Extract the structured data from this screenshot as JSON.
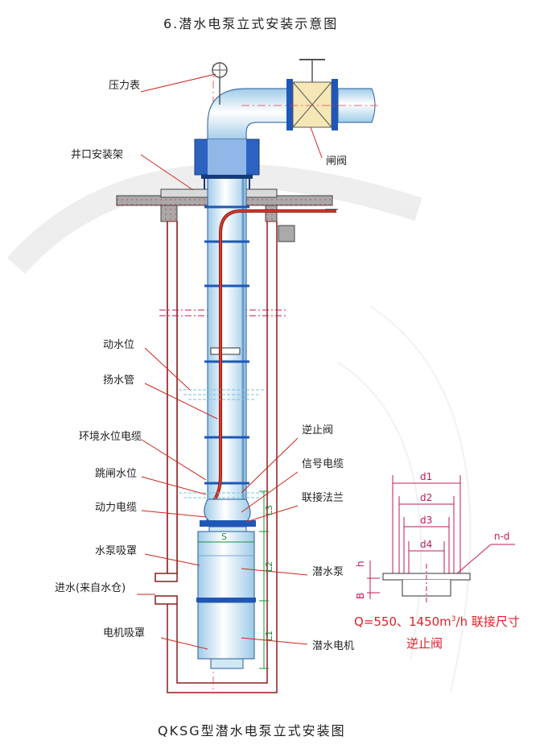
{
  "title": "6.潜水电泵立式安装示意图",
  "caption": "QKSG型潜水电泵立式安装图",
  "labels": {
    "pressure_gauge": "压力表",
    "gate_valve": "闸阀",
    "wellhead_frame": "井口安装架",
    "dynamic_water_level": "动水位",
    "riser_pipe": "扬水管",
    "env_level_cable": "环境水位电缆",
    "trip_water_level": "跳闸水位",
    "power_cable": "动力电缆",
    "check_valve": "逆止阀",
    "signal_cable": "信号电缆",
    "coupling_flange": "联接法兰",
    "pump_suction_hood": "水泵吸罩",
    "submersible_pump": "潜水泵",
    "water_inlet": "进水(来自水仓)",
    "motor_suction_hood": "电机吸罩",
    "submersible_motor": "潜水电机"
  },
  "dimensions": {
    "l3": "L3",
    "l2": "L2",
    "l1": "L1",
    "s": "S",
    "d1": "d1",
    "d2": "d2",
    "d3": "d3",
    "d4": "d4",
    "nd": "n-d",
    "h": "h",
    "b": "B"
  },
  "inset": {
    "spec_prefix": "Q=550、1450m",
    "spec_sup": "3",
    "spec_suffix": "/h  联接尺寸",
    "name": "逆止阀"
  },
  "colors": {
    "pipe_fill": "#cfe9f7",
    "pipe_stroke": "#2a5c9a",
    "flange": "#1f57b8",
    "well_wall": "#8c1d1d",
    "cable": "#d0261f",
    "dimension": "#c2185b",
    "water": "#7ac5d9"
  }
}
